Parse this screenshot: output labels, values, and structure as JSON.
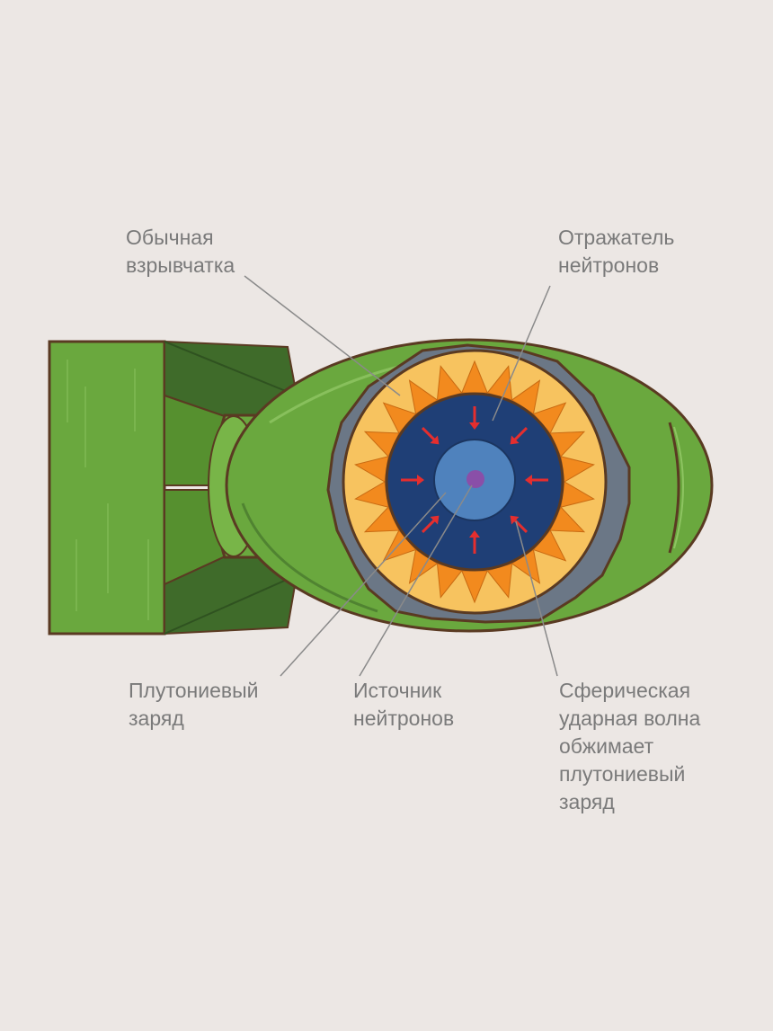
{
  "labels": {
    "explosive": [
      "Обычная",
      "взрывчатка"
    ],
    "reflector": [
      "Отражатель",
      "нейтронов"
    ],
    "plutonium": [
      "Плутониевый",
      "заряд"
    ],
    "source": [
      "Источник",
      "нейтронов"
    ],
    "shockwave": [
      "Сферическая",
      "ударная волна",
      "обжимает",
      "плутониевый",
      "заряд"
    ]
  },
  "colors": {
    "background": "#ece7e4",
    "bomb_green": "#6aa83e",
    "bomb_dark_green": "#3f6b2a",
    "outline": "#5a3a22",
    "casing_gray": "#6b7786",
    "explosive_yellow": "#f7c35f",
    "explosive_orange": "#f28a1e",
    "reflector_navy": "#1f3f76",
    "plutonium_blue": "#4f82bd",
    "source_purple": "#8a4fa8",
    "arrow_red": "#e52e2e",
    "leader_line": "#8a8a8a",
    "label_text": "#7a7a7a"
  }
}
